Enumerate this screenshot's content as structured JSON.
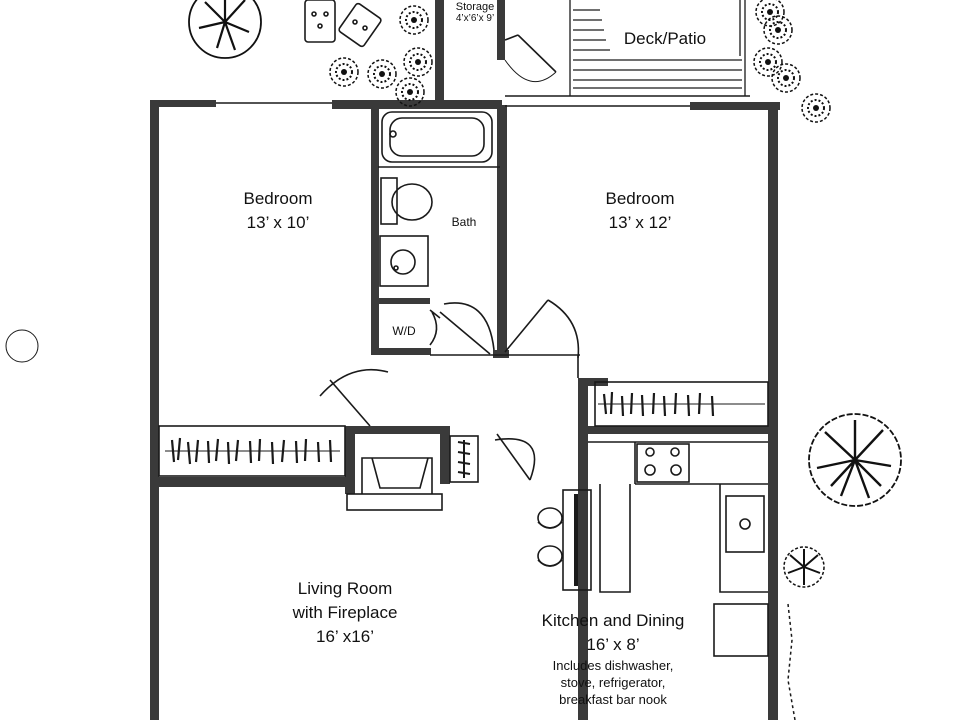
{
  "rooms": {
    "bedroom_left": {
      "name": "Bedroom",
      "size": "13’ x 10’"
    },
    "bedroom_right": {
      "name": "Bedroom",
      "size": "13’ x 12’"
    },
    "bath": {
      "name": "Bath"
    },
    "wd": {
      "name": "W/D"
    },
    "storage": {
      "name": "Storage",
      "size": "4’x’6’x 9’"
    },
    "deck": {
      "name": "Deck/Patio"
    },
    "living": {
      "name": "Living Room",
      "name2": "with Fireplace",
      "size": "16’ x16’"
    },
    "kitchen": {
      "name": "Kitchen and Dining",
      "size": "16’ x 8’",
      "notes": [
        "Includes dishwasher,",
        "stove, refrigerator,",
        "breakfast bar nook"
      ]
    }
  },
  "colors": {
    "wall": "#3a3a3a",
    "line": "#1a1a1a",
    "background": "#ffffff"
  }
}
